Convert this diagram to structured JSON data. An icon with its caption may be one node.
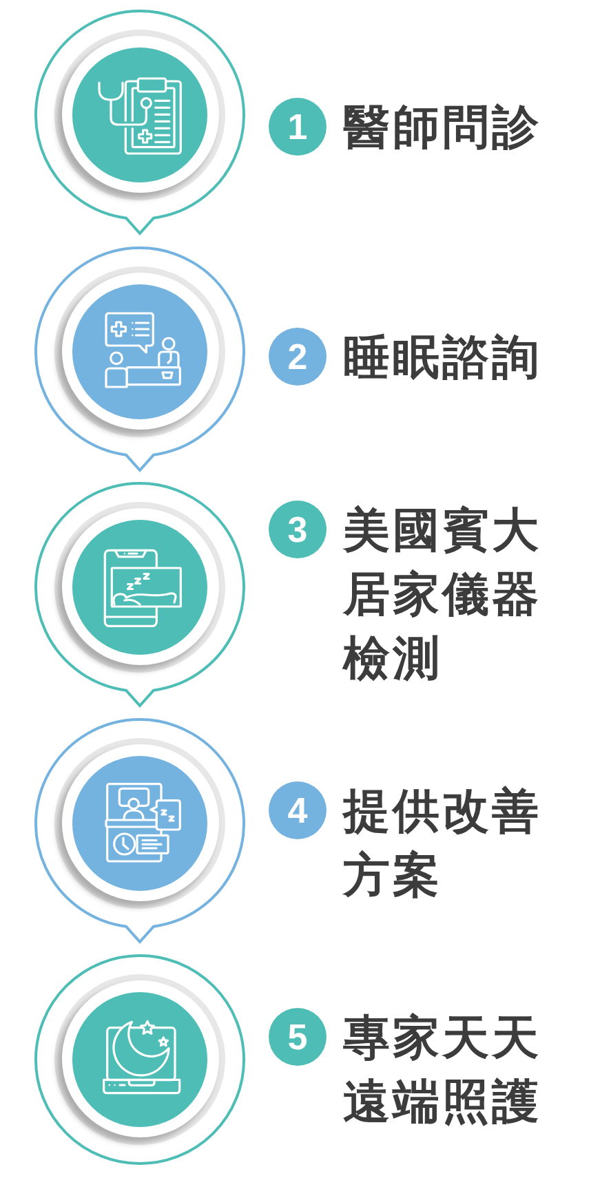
{
  "diagram": {
    "nodes": [
      {
        "text": [],
        "shape": "picture"
      },
      {
        "text": [
          "1"
        ],
        "beside": [
          "醫師問診"
        ]
      },
      {
        "text": [],
        "shape": "picture"
      },
      {
        "text": [
          "2"
        ],
        "beside": [
          "睡眠諮詢"
        ]
      },
      {
        "text": [],
        "shape": "picture"
      },
      {
        "text": [
          "3"
        ],
        "beside": [
          "美國賓大居家儀器檢測"
        ]
      },
      {
        "text": [],
        "shape": "picture"
      },
      {
        "text": [
          "4"
        ],
        "beside": [
          "提供改善方案"
        ]
      },
      {
        "text": [],
        "shape": "picture"
      },
      {
        "text": [
          "5"
        ],
        "beside": [
          "專家天天遠端照護"
        ]
      }
    ]
  }
}
